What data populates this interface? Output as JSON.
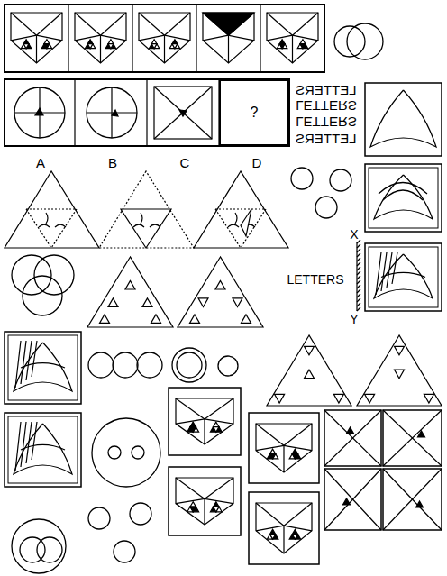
{
  "diagram": {
    "nodes": [
      {
        "text": [
          "?"
        ]
      }
    ],
    "labels": [
      "A",
      "B",
      "C",
      "D",
      "LETTERS",
      "LETTERS",
      "LETTERS",
      "LETTERS",
      "X",
      "LETTERS",
      "Y"
    ]
  }
}
